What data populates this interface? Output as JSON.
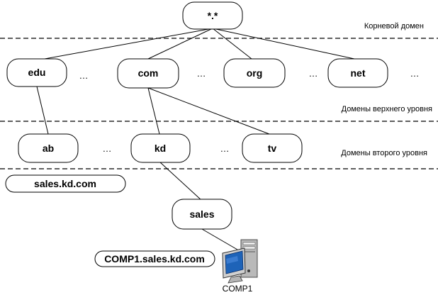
{
  "levels": {
    "root": "Корневой домен",
    "top": "Домены верхнего уровня",
    "second": "Домены второго уровня"
  },
  "nodes": {
    "root": "*.*",
    "edu": "edu",
    "com": "com",
    "org": "org",
    "net": "net",
    "ab": "ab",
    "kd": "kd",
    "tv": "tv",
    "sales": "sales",
    "fqdn_sales": "sales.kd.com",
    "fqdn_comp1": "COMP1.sales.kd.com"
  },
  "ellipsis": "…",
  "computer": {
    "label": "COMP1",
    "icon": "computer-icon"
  }
}
